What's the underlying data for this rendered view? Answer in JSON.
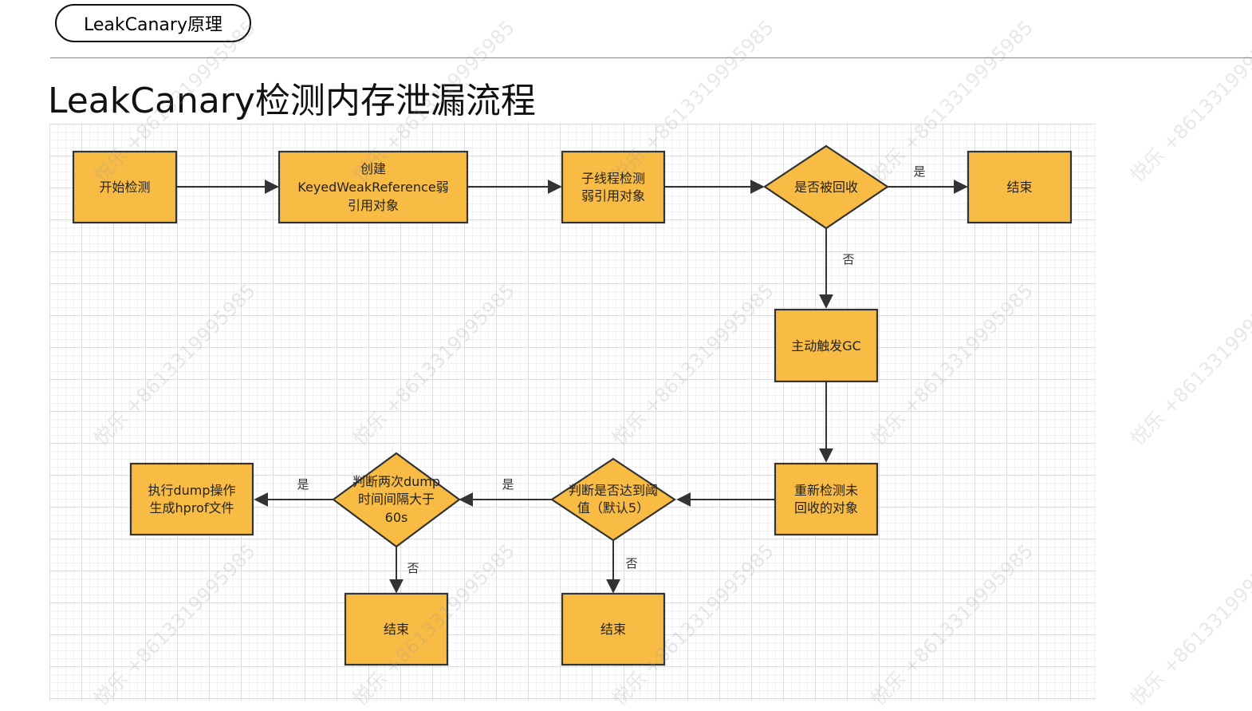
{
  "header": {
    "tag_label": "LeakCanary原理",
    "title": "LeakCanary检测内存泄漏流程"
  },
  "flowchart": {
    "nodes": {
      "start": {
        "lines": [
          "开始检测"
        ]
      },
      "create_ref": {
        "lines": [
          "创建",
          "KeyedWeakReference弱",
          "引用对象"
        ]
      },
      "child_thread": {
        "lines": [
          "子线程检测",
          "弱引用对象"
        ]
      },
      "is_recycled": {
        "lines": [
          "是否被回收"
        ]
      },
      "end_top": {
        "lines": [
          "结束"
        ]
      },
      "trigger_gc": {
        "lines": [
          "主动触发GC"
        ]
      },
      "recheck": {
        "lines": [
          "重新检测未",
          "回收的对象"
        ]
      },
      "threshold": {
        "lines": [
          "判断是否达到阈",
          "值（默认5）"
        ]
      },
      "dump_interval": {
        "lines": [
          "判断两次dump",
          "时间间隔大于",
          "60s"
        ]
      },
      "do_dump": {
        "lines": [
          "执行dump操作",
          "生成hprof文件"
        ]
      },
      "end_mid": {
        "lines": [
          "结束"
        ]
      },
      "end_left": {
        "lines": [
          "结束"
        ]
      }
    },
    "edge_labels": {
      "recycled_yes": "是",
      "recycled_no": "否",
      "threshold_yes": "是",
      "threshold_no": "否",
      "interval_yes": "是",
      "interval_no": "否"
    }
  },
  "watermark": {
    "text": "悦乐 +8613319995985"
  },
  "colors": {
    "node_fill": "#f8bc45",
    "node_stroke": "#333333",
    "grid_line": "#dcdcdc"
  }
}
